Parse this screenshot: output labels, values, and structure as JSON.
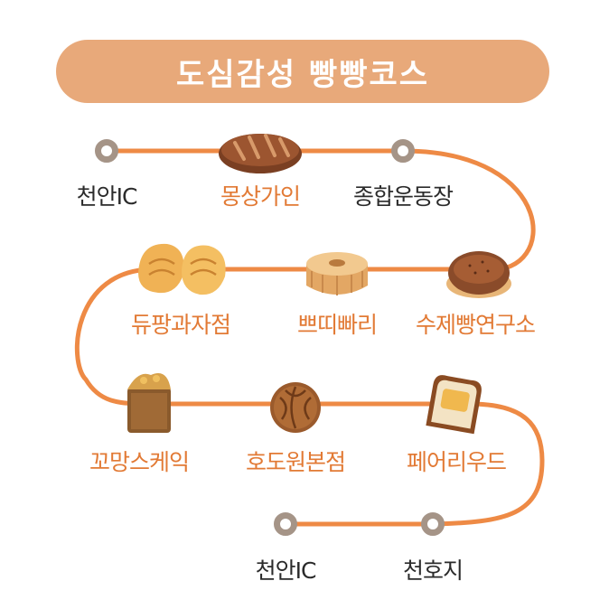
{
  "title": "도심감성 빵빵코스",
  "colors": {
    "route": "#ee8a45",
    "node_ring": "#a59487",
    "title_bg": "#e8a97a",
    "bakery_text": "#e27a35",
    "plain_text": "#2b2b2b"
  },
  "stops": [
    {
      "label": "천안IC",
      "kind": "point"
    },
    {
      "label": "몽상가인",
      "kind": "bakery",
      "icon": "bread-loaf-icon"
    },
    {
      "label": "종합운동장",
      "kind": "point"
    },
    {
      "label": "수제빵연구소",
      "kind": "bakery",
      "icon": "round-bun-icon"
    },
    {
      "label": "쁘띠빠리",
      "kind": "bakery",
      "icon": "ring-cake-icon"
    },
    {
      "label": "듀팡과자점",
      "kind": "bakery",
      "icon": "madeleine-icon"
    },
    {
      "label": "꼬망스케익",
      "kind": "bakery",
      "icon": "muffin-cake-icon"
    },
    {
      "label": "호도원본점",
      "kind": "bakery",
      "icon": "walnut-cake-icon"
    },
    {
      "label": "페어리우드",
      "kind": "bakery",
      "icon": "toast-icon"
    },
    {
      "label": "천호지",
      "kind": "point"
    },
    {
      "label": "천안IC",
      "kind": "point"
    }
  ]
}
